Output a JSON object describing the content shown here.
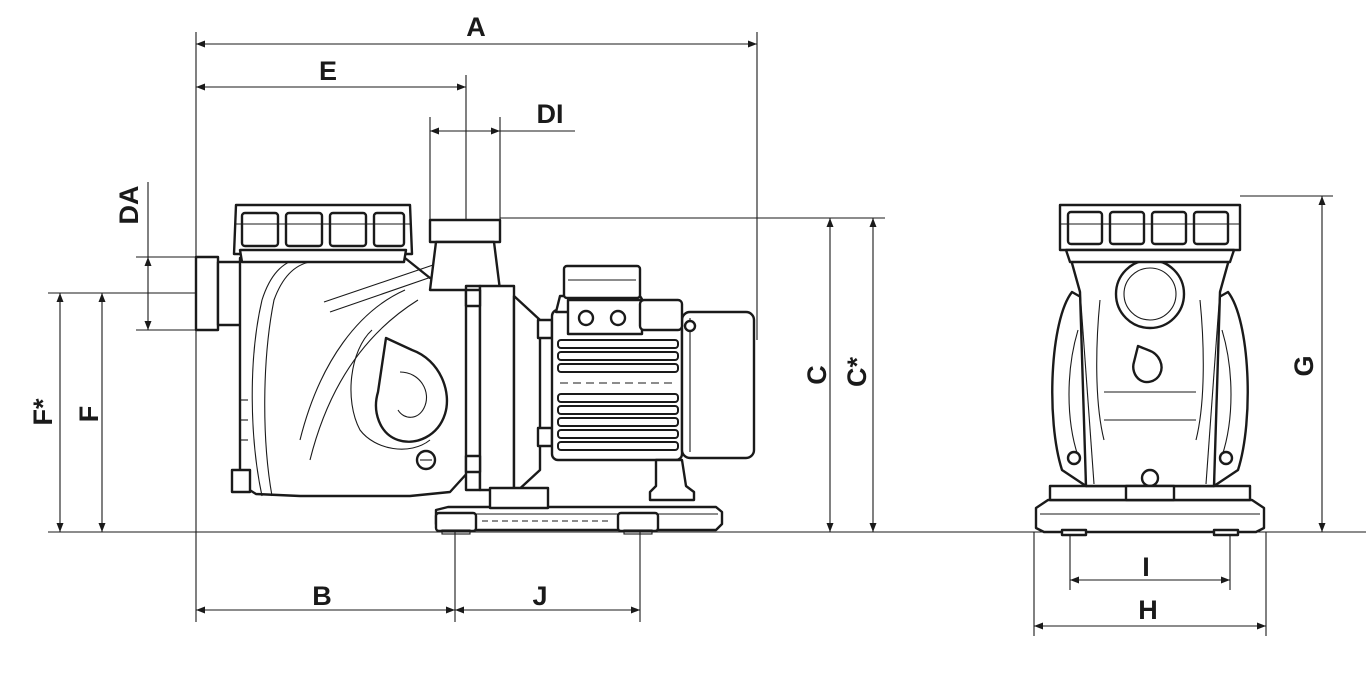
{
  "diagram": {
    "side_view": {
      "labels": {
        "A": "A",
        "E": "E",
        "DI": "DI",
        "DA": "DA",
        "F_star": "F*",
        "F": "F",
        "C": "C",
        "C_star": "C*",
        "B": "B",
        "J": "J"
      }
    },
    "front_view": {
      "labels": {
        "G": "G",
        "I": "I",
        "H": "H"
      }
    },
    "colors": {
      "line": "#1a1a1a",
      "background": "#ffffff"
    }
  }
}
